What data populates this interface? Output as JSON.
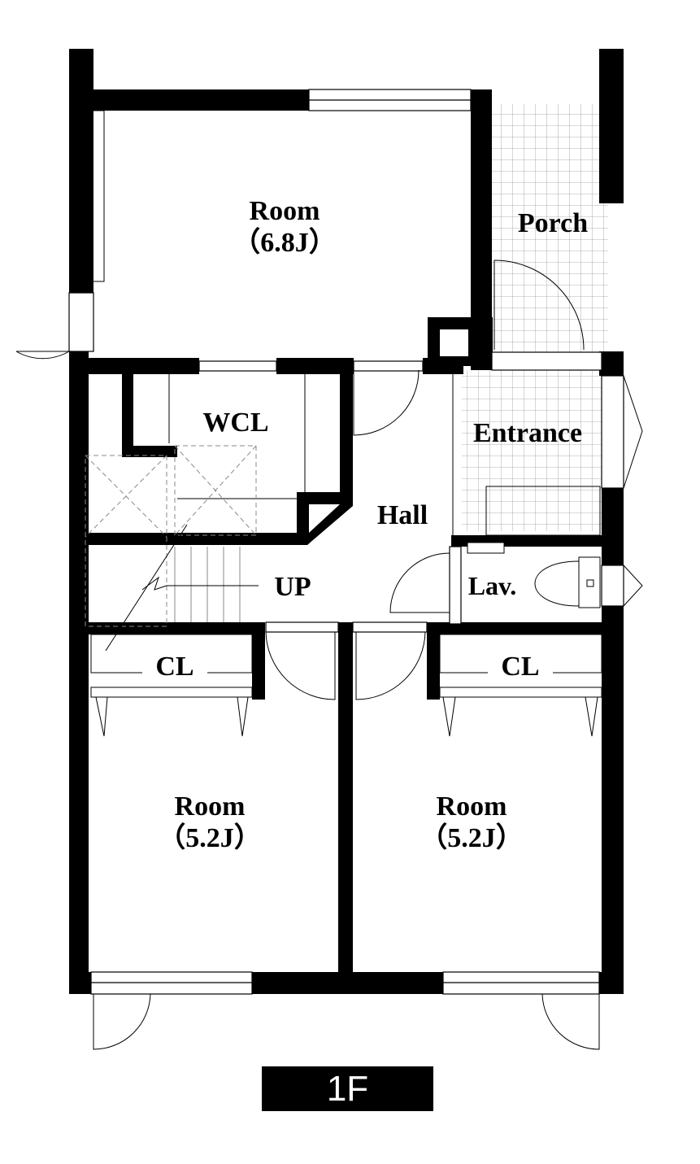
{
  "floor_label": "1F",
  "rooms": {
    "room_top": {
      "name": "Room",
      "size": "（6.8J）"
    },
    "porch": {
      "name": "Porch"
    },
    "wcl": {
      "name": "WCL"
    },
    "entrance": {
      "name": "Entrance"
    },
    "hall": {
      "name": "Hall"
    },
    "stairs": {
      "name": "UP"
    },
    "lav": {
      "name": "Lav."
    },
    "closet_left": {
      "name": "CL"
    },
    "closet_right": {
      "name": "CL"
    },
    "room_bottom_left": {
      "name": "Room",
      "size": "（5.2J）"
    },
    "room_bottom_right": {
      "name": "Room",
      "size": "（5.2J）"
    }
  },
  "colors": {
    "wall": "#000000",
    "line": "#000000",
    "dashed": "#888888",
    "background": "#ffffff"
  }
}
